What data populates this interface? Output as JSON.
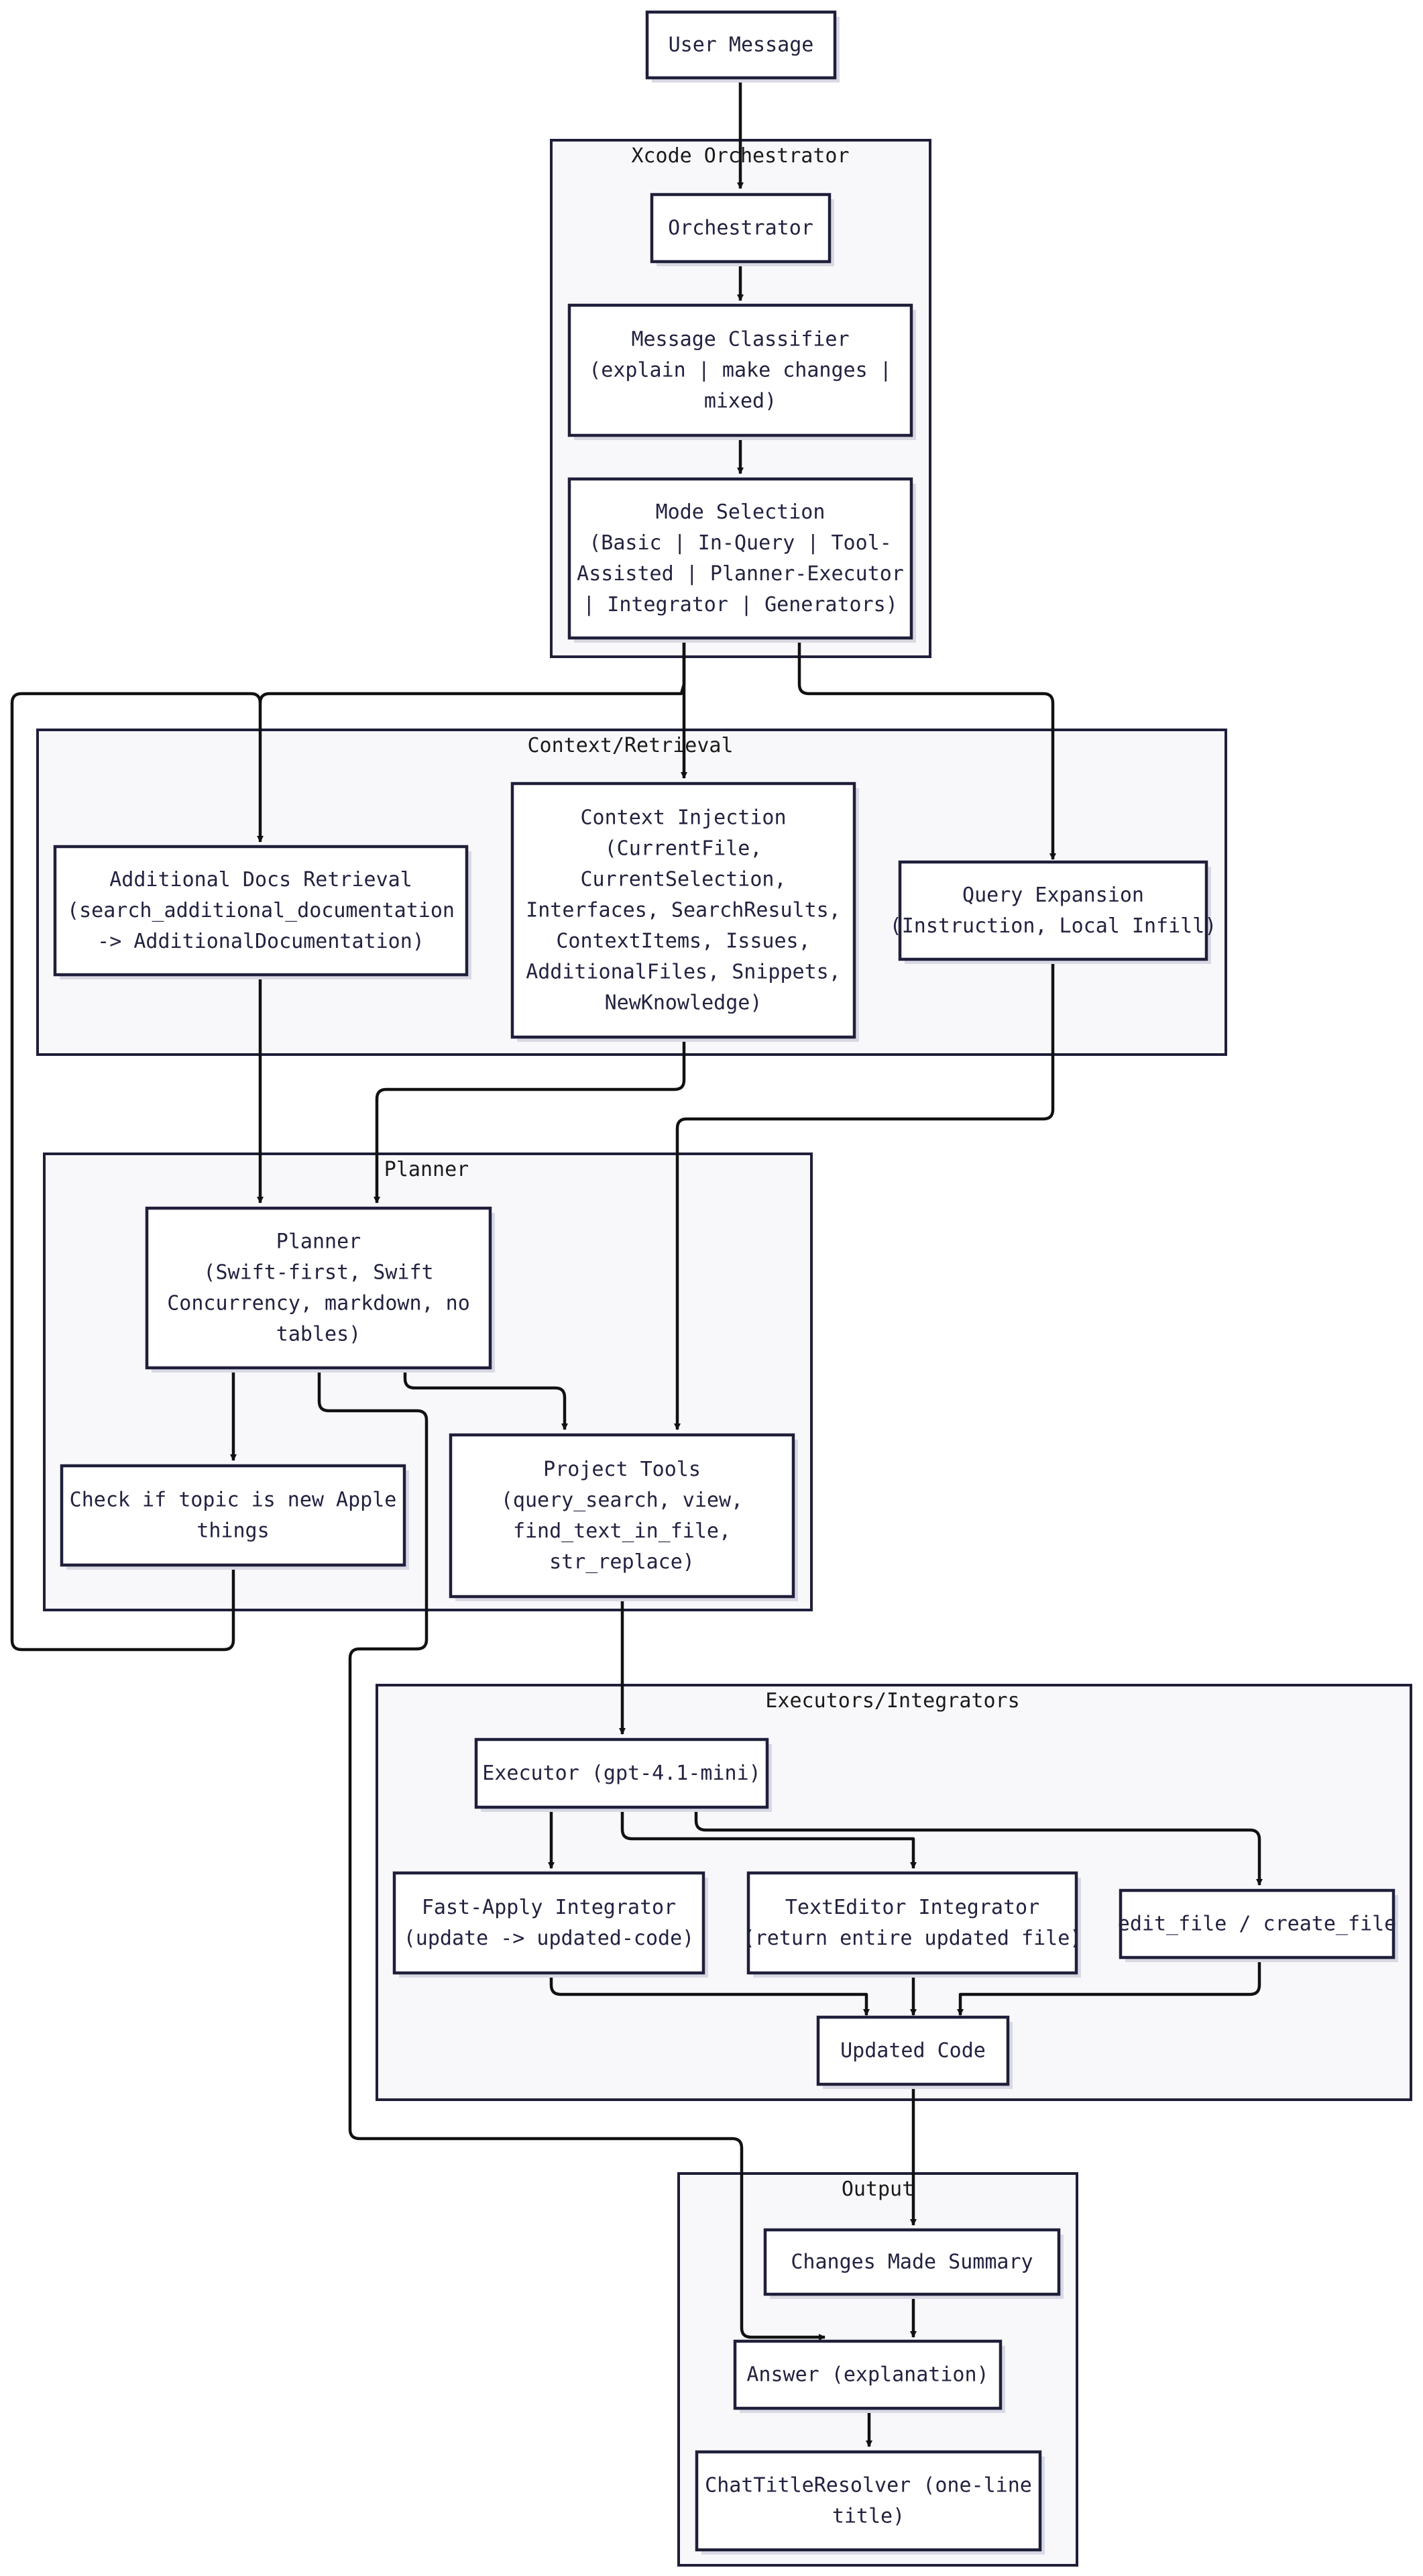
{
  "groups": {
    "orchestrator": "Xcode Orchestrator",
    "context": "Context/Retrieval",
    "planner": "Planner",
    "executors": "Executors/Integrators",
    "output": "Output"
  },
  "nodes": {
    "user_message": [
      "User Message"
    ],
    "orchestrator": [
      "Orchestrator"
    ],
    "message_classifier": [
      "Message Classifier",
      "(explain | make changes |",
      "mixed)"
    ],
    "mode_selection": [
      "Mode Selection",
      "(Basic | In-Query | Tool-",
      "Assisted | Planner-Executor",
      "| Integrator | Generators)"
    ],
    "additional_docs": [
      "Additional Docs Retrieval",
      "(search_additional_documentation",
      "-> AdditionalDocumentation)"
    ],
    "context_injection": [
      "Context Injection",
      "(CurrentFile,",
      "CurrentSelection,",
      "Interfaces, SearchResults,",
      "ContextItems, Issues,",
      "AdditionalFiles, Snippets,",
      "NewKnowledge)"
    ],
    "query_expansion": [
      "Query Expansion",
      "(Instruction, Local Infill)"
    ],
    "planner": [
      "Planner",
      "(Swift-first, Swift",
      "Concurrency, markdown, no",
      "tables)"
    ],
    "check_topic": [
      "Check if topic is new Apple",
      "things"
    ],
    "project_tools": [
      "Project Tools",
      "(query_search, view,",
      "find_text_in_file,",
      "str_replace)"
    ],
    "executor": [
      "Executor (gpt-4.1-mini)"
    ],
    "fast_apply": [
      "Fast-Apply Integrator",
      "(update -> updated-code)"
    ],
    "texteditor": [
      "TextEditor Integrator",
      "(return entire updated file)"
    ],
    "edit_file": [
      "edit_file / create_file"
    ],
    "updated_code": [
      "Updated Code"
    ],
    "changes_summary": [
      "Changes Made Summary"
    ],
    "answer": [
      "Answer (explanation)"
    ],
    "chat_title": [
      "ChatTitleResolver (one-line",
      "title)"
    ]
  }
}
